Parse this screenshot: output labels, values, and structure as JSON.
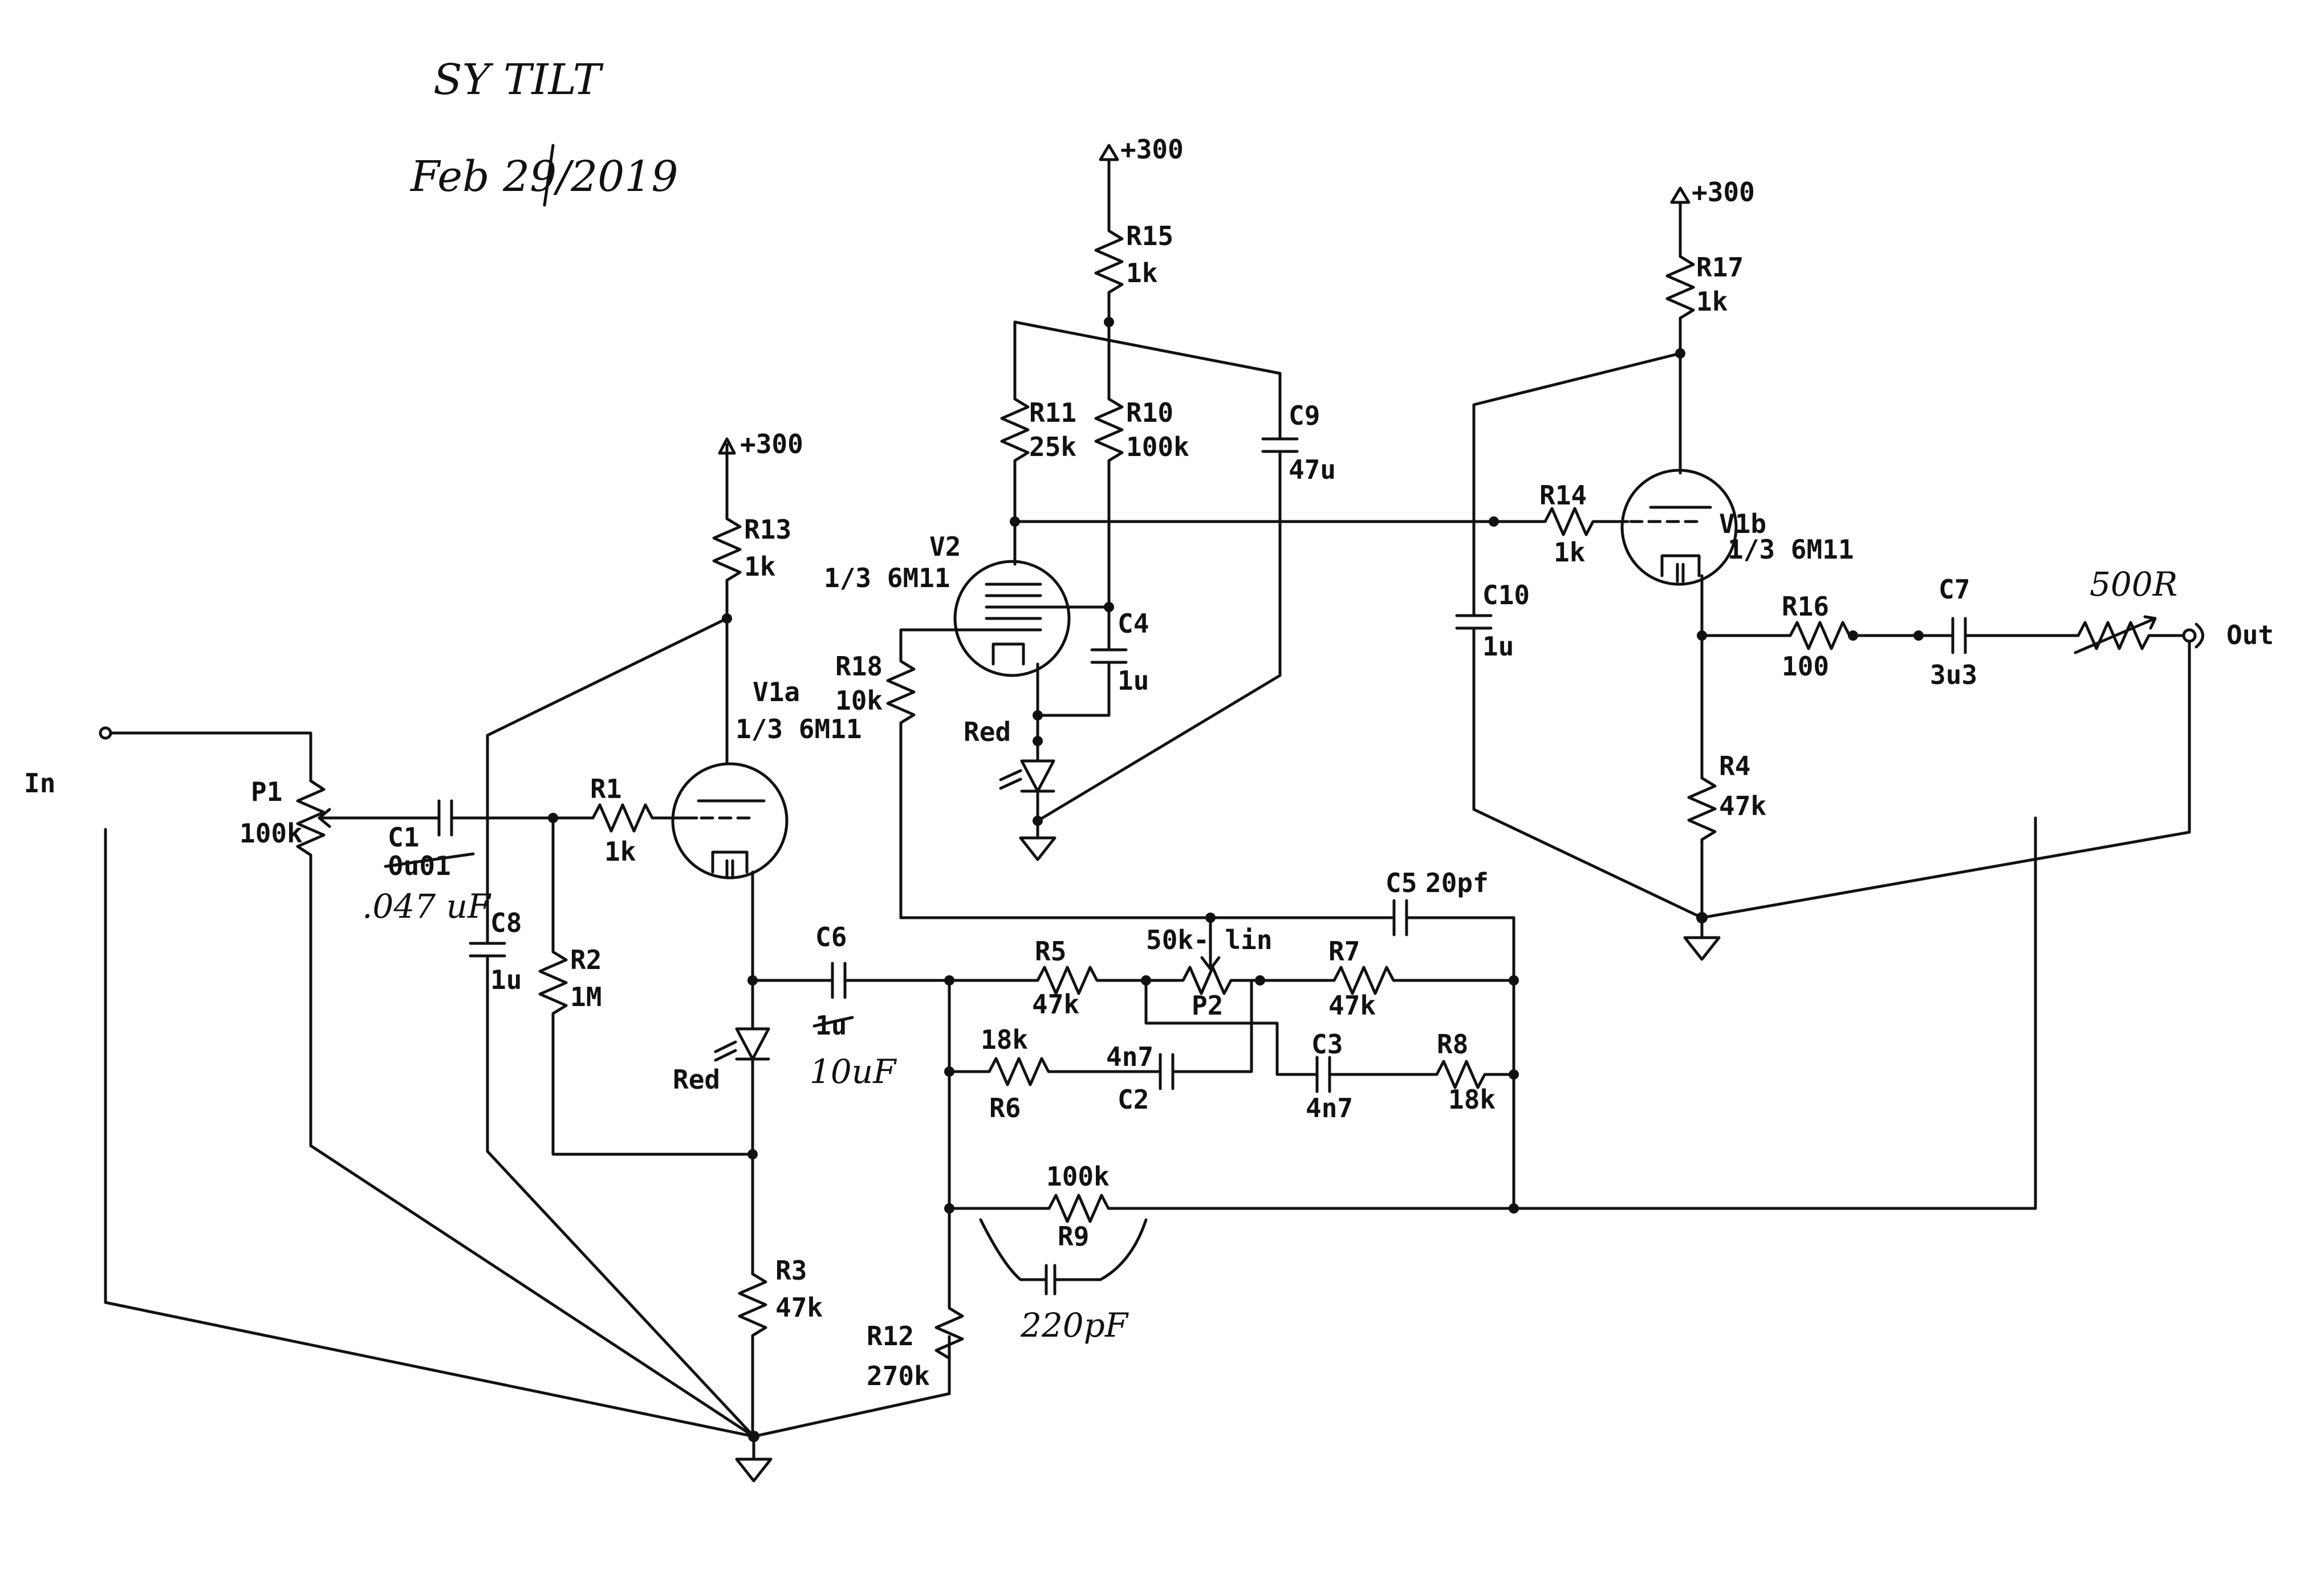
{
  "header": {
    "title": "SY TILT",
    "date": "Feb 29/2019"
  },
  "io": {
    "input": "In",
    "output": "Out"
  },
  "supply": [
    "+300",
    "+300",
    "+300"
  ],
  "tubes": {
    "v1a": {
      "ref": "V1a",
      "type": "1/3 6M11"
    },
    "v2": {
      "ref": "V2",
      "type": "1/3 6M11"
    },
    "v1b": {
      "ref": "V1b",
      "type": "1/3 6M11"
    }
  },
  "components": {
    "p1": {
      "ref": "P1",
      "value": "100k"
    },
    "c1": {
      "ref": "C1",
      "value": "0u01",
      "note": ".047 uF"
    },
    "c8": {
      "ref": "C8",
      "value": "1u"
    },
    "r1": {
      "ref": "R1",
      "value": "1k"
    },
    "r2": {
      "ref": "R2",
      "value": "1M"
    },
    "r13": {
      "ref": "R13",
      "value": "1k"
    },
    "led1": {
      "label": "Red"
    },
    "r3": {
      "ref": "R3",
      "value": "47k"
    },
    "c6": {
      "ref": "C6",
      "value": "1u",
      "note": "10uF"
    },
    "r5": {
      "ref": "R5",
      "value": "47k"
    },
    "p2": {
      "ref": "P2",
      "value": "50k- lin"
    },
    "r7": {
      "ref": "R7",
      "value": "47k"
    },
    "c5": {
      "ref": "C5",
      "value": "20pf"
    },
    "r6": {
      "ref": "R6",
      "value": "18k"
    },
    "c2": {
      "ref": "C2",
      "value": "4n7"
    },
    "c3": {
      "ref": "C3",
      "value": "4n7"
    },
    "r8": {
      "ref": "R8",
      "value": "18k"
    },
    "r9": {
      "ref": "R9",
      "value": "100k",
      "note": "220pF"
    },
    "r12": {
      "ref": "R12",
      "value": "270k"
    },
    "r15": {
      "ref": "R15",
      "value": "1k"
    },
    "r11": {
      "ref": "R11",
      "value": "25k"
    },
    "r10": {
      "ref": "R10",
      "value": "100k"
    },
    "c9": {
      "ref": "C9",
      "value": "47u"
    },
    "c4": {
      "ref": "C4",
      "value": "1u"
    },
    "r18": {
      "ref": "R18",
      "value": "10k"
    },
    "led2": {
      "label": "Red"
    },
    "r17": {
      "ref": "R17",
      "value": "1k"
    },
    "r14": {
      "ref": "R14",
      "value": "1k"
    },
    "c10": {
      "ref": "C10",
      "value": "1u"
    },
    "r16": {
      "ref": "R16",
      "value": "100"
    },
    "c7": {
      "ref": "C7",
      "value": "3u3"
    },
    "r500": {
      "value": "500R"
    },
    "r4": {
      "ref": "R4",
      "value": "47k"
    }
  }
}
